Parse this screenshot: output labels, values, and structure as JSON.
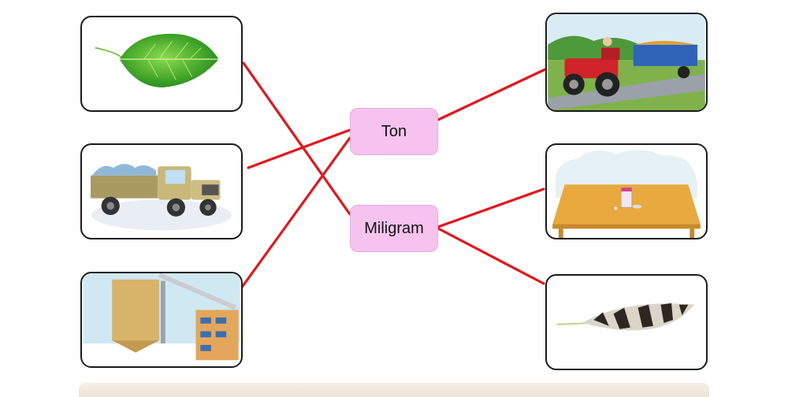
{
  "units": {
    "ton": "Ton",
    "miligram": "Miligram"
  },
  "left_cards": [
    {
      "icon": "leaf-icon"
    },
    {
      "icon": "cargo-truck-icon"
    },
    {
      "icon": "grain-silo-icon"
    }
  ],
  "right_cards": [
    {
      "icon": "tractor-trailer-icon"
    },
    {
      "icon": "pill-bottle-on-table-icon"
    },
    {
      "icon": "feather-icon"
    }
  ],
  "colors": {
    "connector": "#e8141b",
    "unit_box_fill": "#f6c3ef"
  },
  "connections": [
    {
      "from": "leaf",
      "to": "miligram"
    },
    {
      "from": "truck",
      "to": "ton"
    },
    {
      "from": "silo",
      "to": "ton"
    },
    {
      "from": "tractor",
      "to": "ton"
    },
    {
      "from": "table",
      "to": "miligram"
    },
    {
      "from": "feather",
      "to": "miligram"
    }
  ]
}
